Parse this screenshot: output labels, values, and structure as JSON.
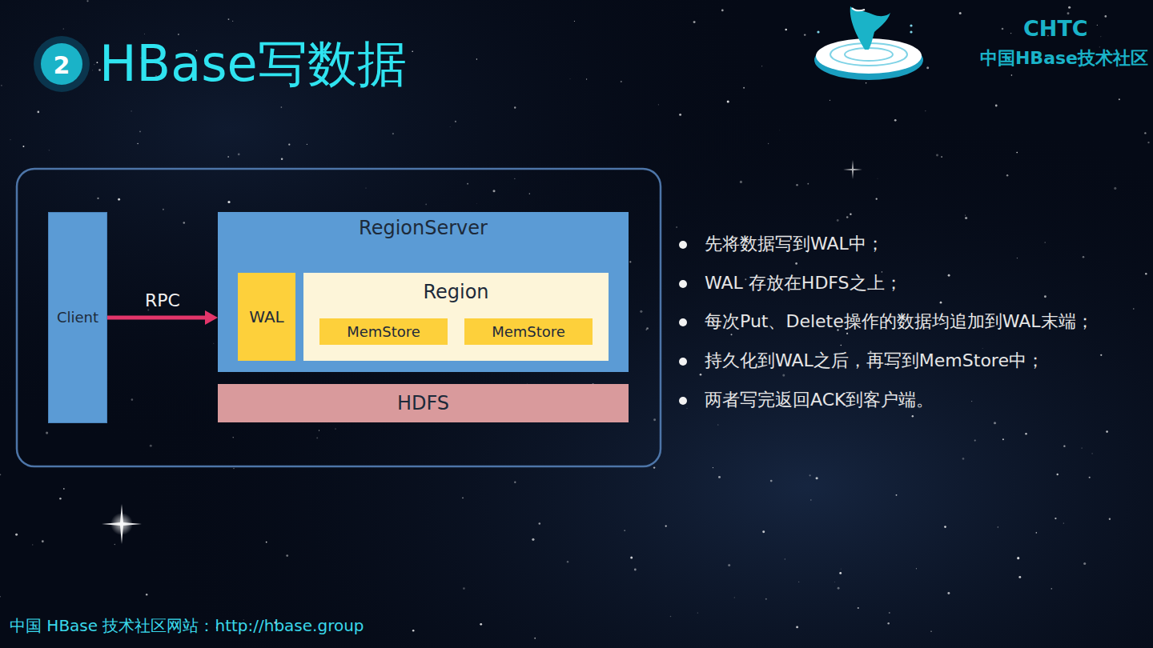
{
  "diagram": {
    "title": "HBase写数据",
    "nodes": [
      {
        "text": [
          "Client"
        ]
      },
      {
        "text": [
          "RegionServer"
        ]
      },
      {
        "text": [
          "WAL"
        ],
        "in": 1
      },
      {
        "text": [
          "Region"
        ],
        "in": 1
      },
      {
        "text": [
          "MemStore"
        ],
        "in": 3
      },
      {
        "text": [
          "MemStore"
        ],
        "in": 3
      },
      {
        "text": [
          "HDFS"
        ]
      }
    ],
    "edges": [
      {
        "from": 0,
        "to": 1,
        "label": "RPC",
        "arrow": "to"
      }
    ],
    "labels": [
      "2",
      "CHTC",
      "中国HBase技术社区",
      "先将数据写到WAL中；",
      "WAL 存放在HDFS之上；",
      "每次Put、Delete操作的数据均追加到WAL末端；",
      "持久化到WAL之后，再写到MemStore中；",
      "两者写完返回ACK到客户端。",
      "中国 HBase 技术社区网站：http://hbase.group"
    ]
  }
}
